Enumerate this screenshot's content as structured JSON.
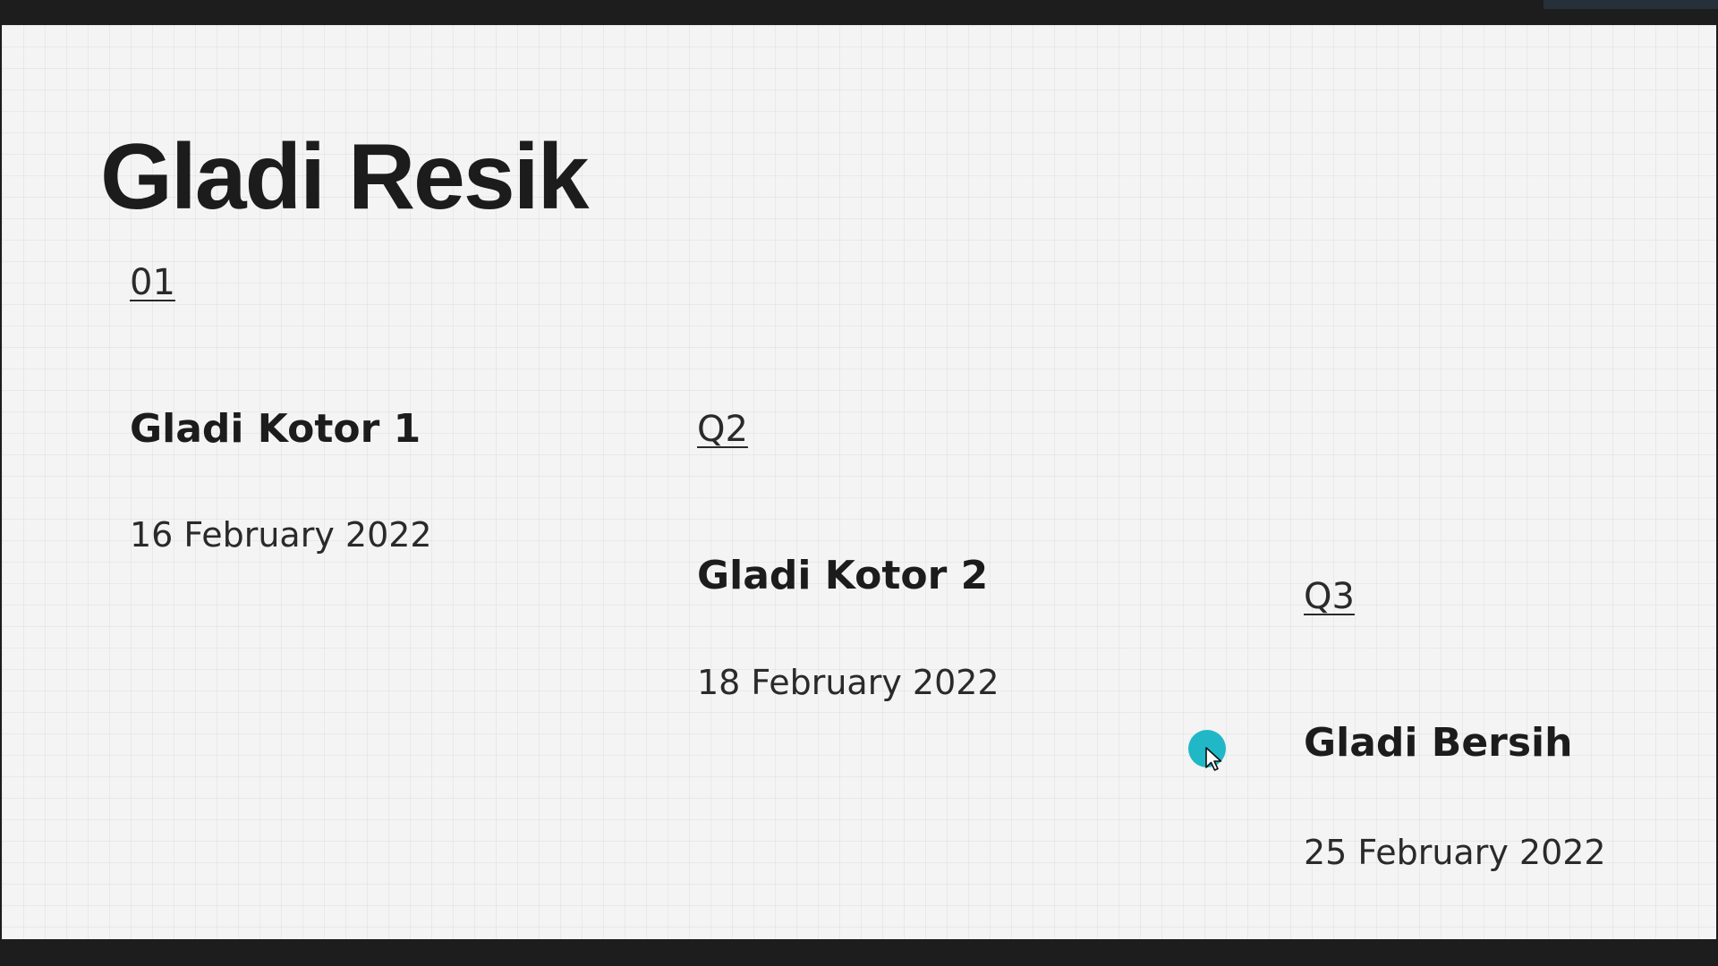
{
  "slide": {
    "title": "Gladi Resik",
    "steps": [
      {
        "number": "01",
        "name": "Gladi Kotor 1",
        "date": "16 February 2022"
      },
      {
        "number": "Q2",
        "name": "Gladi Kotor 2",
        "date": "18 February 2022"
      },
      {
        "number": "Q3",
        "name": "Gladi Bersih",
        "date": "25 February 2022"
      }
    ]
  },
  "colors": {
    "background": "#f4f4f4",
    "text": "#1c1c1c",
    "cursor_highlight": "#20b8c6",
    "frame": "#1d1d1d"
  },
  "icons": {
    "cursor": "mouse-pointer-icon"
  }
}
